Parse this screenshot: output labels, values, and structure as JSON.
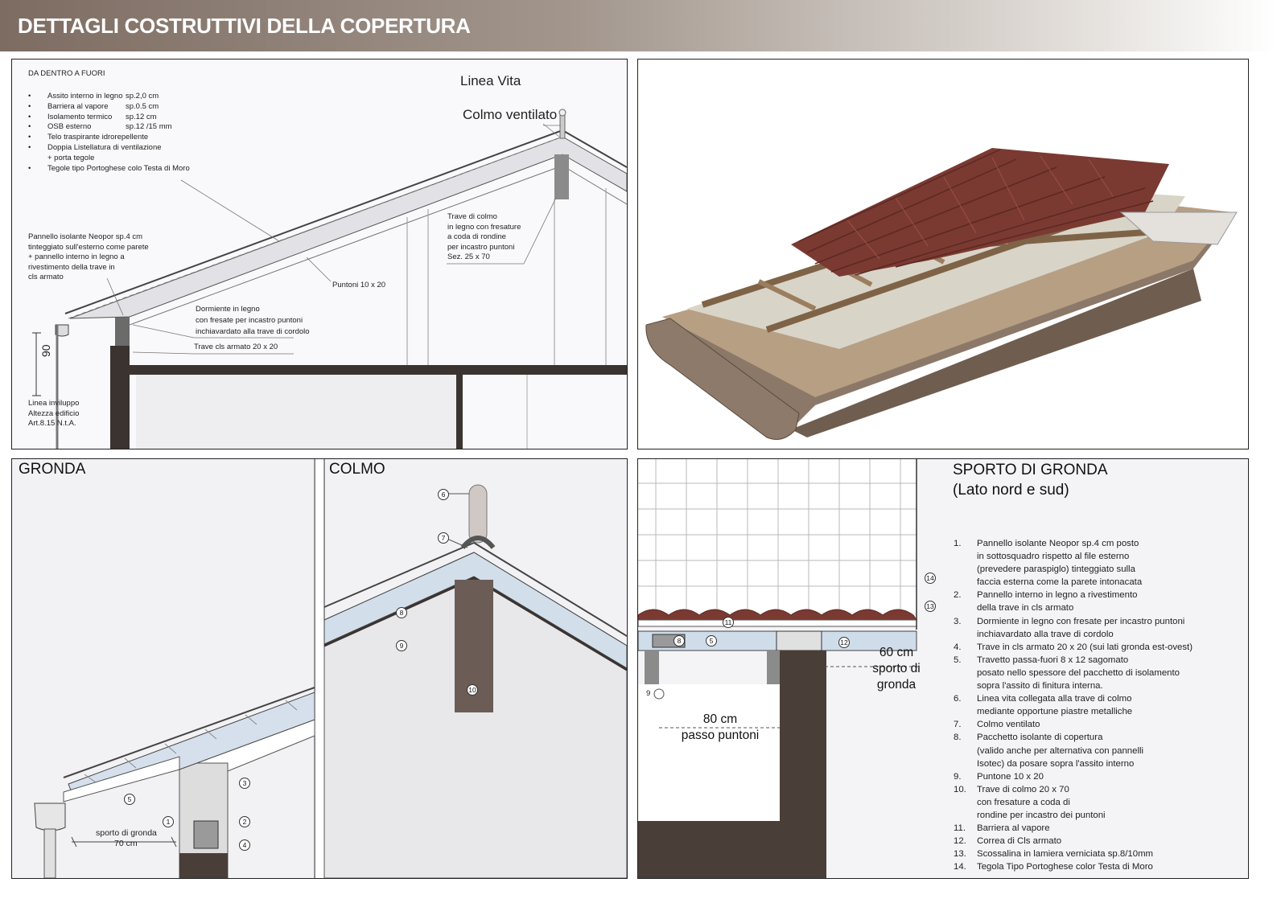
{
  "header": {
    "title": "DETTAGLI COSTRUTTIVI DELLA COPERTURA"
  },
  "section": {
    "heading": "DA DENTRO A FUORI",
    "layers": [
      {
        "name": "Assito interno in legno",
        "value": "sp.2,0 cm"
      },
      {
        "name": "Barriera al vapore",
        "value": "sp.0.5 cm"
      },
      {
        "name": "Isolamento termico",
        "value": "sp.12  cm"
      },
      {
        "name": "OSB esterno",
        "value": "sp.12 /15 mm"
      },
      {
        "name": "Telo traspirante idrorepellente",
        "value": ""
      },
      {
        "name": "Doppia Listellatura di ventilazione\n+ porta tegole",
        "value": ""
      },
      {
        "name": "Tegole tipo Portoghese colo Testa di Moro",
        "value": ""
      }
    ],
    "labels": {
      "linea_vita": "Linea Vita",
      "colmo_ventilato": "Colmo ventilato",
      "trave_colmo": "Trave di colmo\nin legno con fresature\na coda di rondine\nper incastro puntoni\nSez. 25 x 70",
      "pannello": "Pannello isolante Neopor  sp.4 cm\ntinteggiato sull'esterno come parete\n+ pannello interno in legno a\nrivestimento della trave in\ncls armato",
      "puntoni": "Puntoni 10 x 20",
      "dormiente": "Dormiente in legno\ncon fresate per incastro puntoni\ninchiavardato alla trave di cordolo",
      "trave_cls": "Trave cls armato 20 x 20",
      "dim_90": "90",
      "linea_inviluppo": "Linea inviluppo\nAltezza edificio\nArt.8.15 N.t.A."
    }
  },
  "gronda": {
    "title": "GRONDA",
    "sporto_label": "sporto di gronda",
    "sporto_value": "70 cm",
    "markers": [
      "5",
      "1",
      "3",
      "2",
      "4"
    ]
  },
  "colmo": {
    "title": "COLMO",
    "markers": [
      "6",
      "7",
      "8",
      "9",
      "10"
    ]
  },
  "sporto": {
    "title": "SPORTO DI GRONDA",
    "subtitle": "(Lato nord e sud)",
    "dim_60": "60 cm\nsporto di\ngronda",
    "dim_80": "80 cm\npasso puntoni",
    "markers": [
      "14",
      "13",
      "11",
      "12",
      "8",
      "5",
      "9"
    ],
    "notes": [
      {
        "n": "1.",
        "text": "Pannello isolante Neopor  sp.4 cm posto\nin sottosquadro rispetto al file  esterno\n(prevedere paraspiglo) tinteggiato sulla\nfaccia esterna come la parete intonacata"
      },
      {
        "n": "2.",
        "text": "Pannello interno in legno a rivestimento\ndella trave in cls armato"
      },
      {
        "n": "3.",
        "text": "Dormiente in legno con fresate per incastro puntoni\ninchiavardato alla trave di cordolo"
      },
      {
        "n": "4.",
        "text": "Trave in cls armato 20 x 20 (sui lati gronda est-ovest)"
      },
      {
        "n": "5.",
        "text": "Travetto passa-fuori 8 x 12 sagomato\nposato nello spessore del pacchetto di isolamento\nsopra l'assito di finitura interna."
      },
      {
        "n": "6.",
        "text": "Linea vita collegata alla trave di colmo\nmediante opportune piastre metalliche"
      },
      {
        "n": "7.",
        "text": "Colmo ventilato"
      },
      {
        "n": "8.",
        "text": "Pacchetto isolante di copertura\n(valido anche per alternativa con pannelli\nIsotec) da posare sopra l'assito interno"
      },
      {
        "n": "9.",
        "text": "Puntone 10 x 20"
      },
      {
        "n": "10.",
        "text": "Trave di colmo 20 x 70\ncon fresature a coda di\nrondine per incastro dei puntoni"
      },
      {
        "n": "11.",
        "text": "Barriera al vapore"
      },
      {
        "n": "12.",
        "text": "Correa di Cls armato"
      },
      {
        "n": "13.",
        "text": "Scossalina in lamiera verniciata sp.8/10mm"
      },
      {
        "n": "14.",
        "text": "Tegola Tipo Portoghese color Testa di Moro"
      }
    ]
  },
  "colors": {
    "concrete": "#4a3e38",
    "insulation": "#c9d8e6",
    "tile": "#7a3a32",
    "wood": "#b59a7c"
  }
}
